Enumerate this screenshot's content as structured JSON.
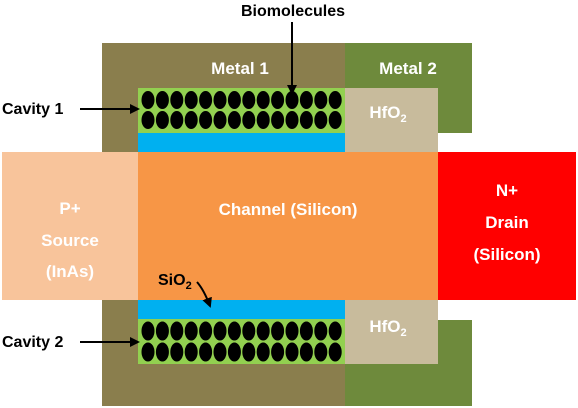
{
  "labels": {
    "biomolecules": "Biomolecules",
    "metal1": "Metal 1",
    "metal2": "Metal 2",
    "cavity1": "Cavity 1",
    "cavity2": "Cavity 2",
    "hfo2_top": "HfO",
    "hfo2_bottom": "HfO",
    "hfo2_sub": "2",
    "channel": "Channel (Silicon)",
    "source_line1": "P+",
    "source_line2": "Source",
    "source_line3": "(InAs)",
    "drain_line1": "N+",
    "drain_line2": "Drain",
    "drain_line3": "(Silicon)",
    "sio2": "SiO",
    "sio2_sub": "2"
  },
  "colors": {
    "metal1": "#8a7e4d",
    "metal2": "#6e8a3c",
    "cavity_fill": "#92d050",
    "biomolecule": "#000000",
    "oxide_sio2": "#00b0f0",
    "hfo2": "#c8bb9c",
    "channel": "#f79646",
    "source": "#f8c49b",
    "drain": "#ff0000"
  },
  "icons": {
    "arrow": "arrow-icon",
    "biomolecule": "biomolecule-ellipse"
  }
}
